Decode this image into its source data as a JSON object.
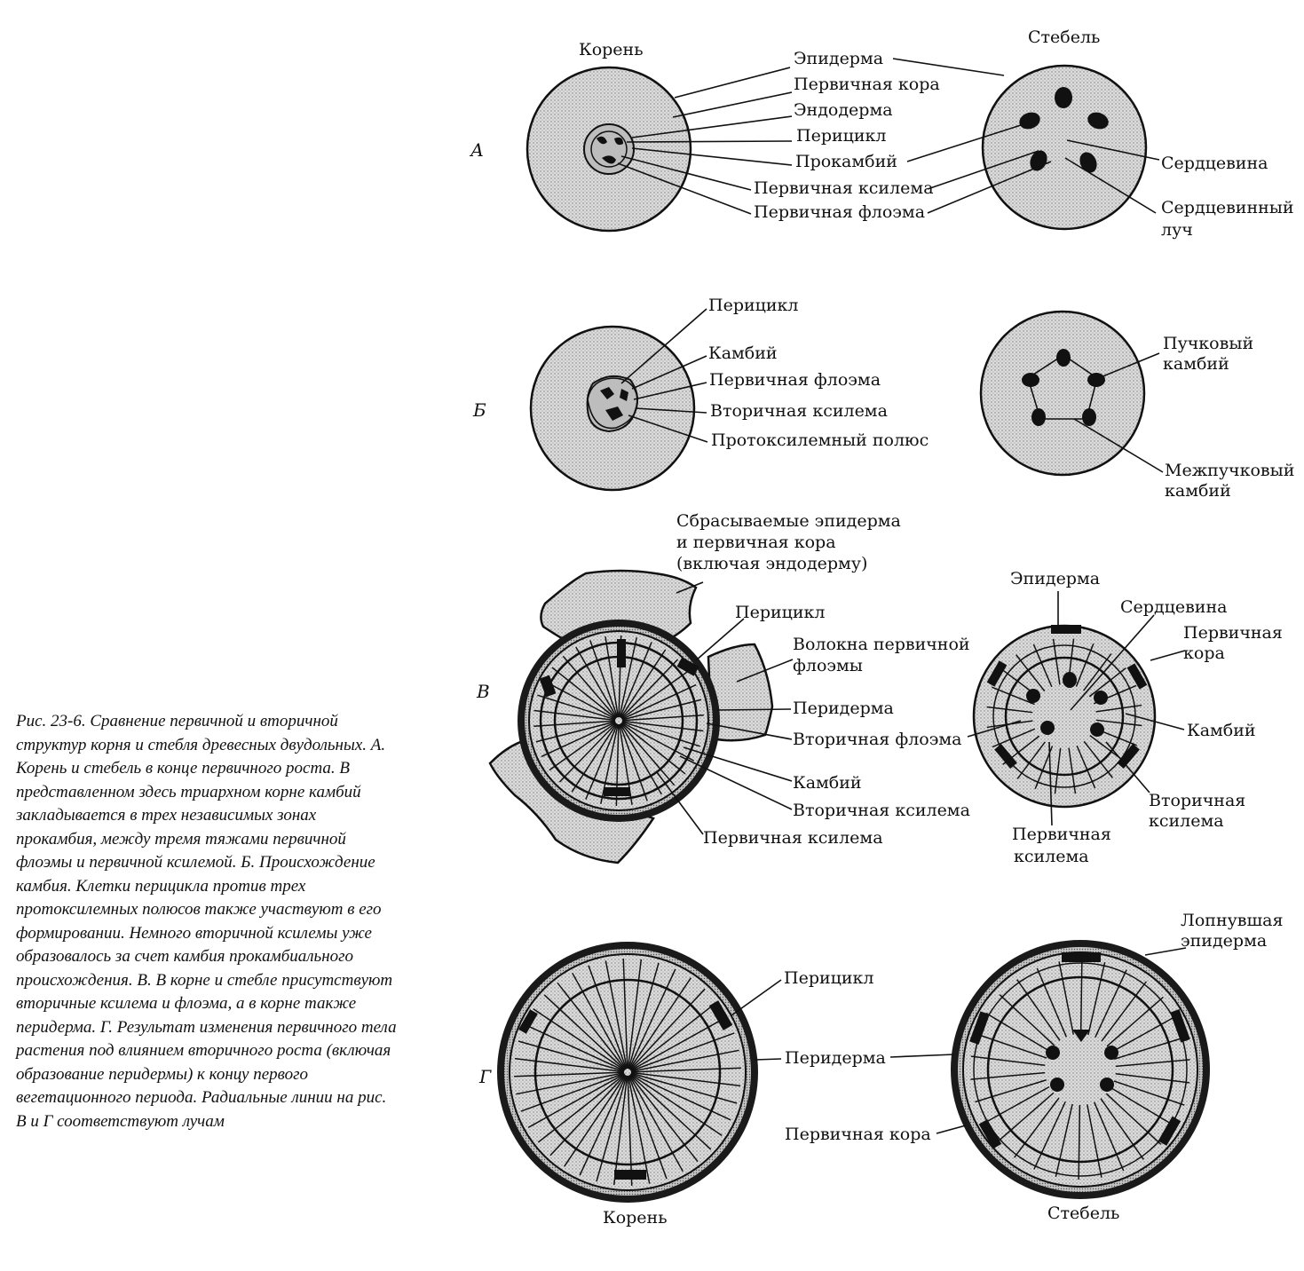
{
  "caption": "Рис. 23-6. Сравнение первичной и вторичной структур корня и стебля древесных двудольных. А. Корень и стебель в конце первичного роста. В представленном здесь триархном корне камбий закладывается в трех независимых зонах прокамбия, между тремя тяжами первичной флоэмы и первичной ксилемой. Б. Происхождение камбия. Клетки перицикла против трех протоксилемных полюсов также участвуют в его формировании. Немного вторичной ксилемы уже образовалось за счет камбия прокамбиального происхождения. В. В корне и стебле присутствуют вторичные ксилема и флоэма, а в корне также перидерма. Г. Результат изменения первичного тела растения под влиянием вторичного роста (включая образование перидермы) к концу первого вегетационного периода. Радиальные линии на рис. В и Г соответствуют лучам",
  "rows": {
    "a": "А",
    "b": "Б",
    "v": "В",
    "g": "Г"
  },
  "headers": {
    "root_top": "Корень",
    "stem_top": "Стебель",
    "root_bottom": "Корень",
    "stem_bottom": "Стебель"
  },
  "labels_a": {
    "epidermis": "Эпидерма",
    "cortex": "Первичная кора",
    "endodermis": "Эндодерма",
    "pericycle": "Перицикл",
    "procambium": "Прокамбий",
    "xylem": "Первичная ксилема",
    "phloem": "Первичная флоэма",
    "pith": "Сердцевина",
    "pith_ray_1": "Сердцевинный",
    "pith_ray_2": "луч"
  },
  "labels_b": {
    "pericycle": "Перицикл",
    "cambium": "Камбий",
    "phloem": "Первичная флоэма",
    "sec_xylem": "Вторичная ксилема",
    "protoxylem": "Протоксилемный полюс",
    "fasc_1": "Пучковый",
    "fasc_2": "камбий",
    "interfasc_1": "Межпучковый",
    "interfasc_2": "камбий"
  },
  "labels_v": {
    "shed_1": "Сбрасываемые эпидерма",
    "shed_2": "и первичная кора",
    "shed_3": "(включая эндодерму)",
    "pericycle": "Перицикл",
    "fibers_1": "Волокна первичной",
    "fibers_2": "флоэмы",
    "periderm": "Перидерма",
    "sec_phloem": "Вторичная флоэма",
    "cambium": "Камбий",
    "sec_xylem": "Вторичная ксилема",
    "prim_xylem": "Первичная ксилема",
    "stem_epidermis": "Эпидерма",
    "stem_pith": "Сердцевина",
    "stem_cortex_1": "Первичная",
    "stem_cortex_2": "кора",
    "stem_cambium": "Камбий",
    "stem_sec_xylem_1": "Вторичная",
    "stem_sec_xylem_2": "ксилема",
    "stem_prim_xylem_1": "Первичная",
    "stem_prim_xylem_2": "ксилема"
  },
  "labels_g": {
    "ruptured_1": "Лопнувшая",
    "ruptured_2": "эпидерма",
    "pericycle": "Перицикл",
    "periderm": "Перидерма",
    "cortex": "Первичная кора"
  }
}
